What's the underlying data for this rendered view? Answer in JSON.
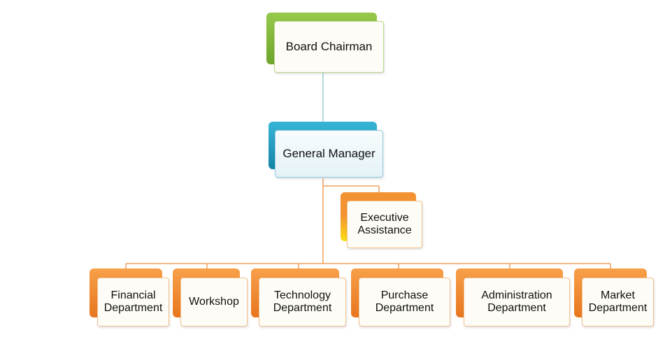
{
  "chart": {
    "nodes": {
      "board_chairman": {
        "label": "Board Chairman",
        "accent": "#7fb53a"
      },
      "general_manager": {
        "label": "General Manager",
        "accent": "#1f9fc2"
      },
      "executive_assistance": {
        "label_line1": "Executive",
        "label_line2": "Assistance",
        "accent": "#f0882a",
        "accent_glow": "#f6d400"
      },
      "departments": [
        {
          "line1": "Financial",
          "line2": "Department"
        },
        {
          "line1": "Workshop",
          "line2": ""
        },
        {
          "line1": "Technology",
          "line2": "Department"
        },
        {
          "line1": "Purchase",
          "line2": "Department"
        },
        {
          "line1": "Administration",
          "line2": "Department"
        },
        {
          "line1": "Market",
          "line2": "Department"
        }
      ],
      "department_accent": "#f0882a"
    },
    "colors": {
      "green_connector": "#9fd0d4",
      "orange_connector": "#f2a05a",
      "card_fill": "#fdfcf6"
    }
  }
}
